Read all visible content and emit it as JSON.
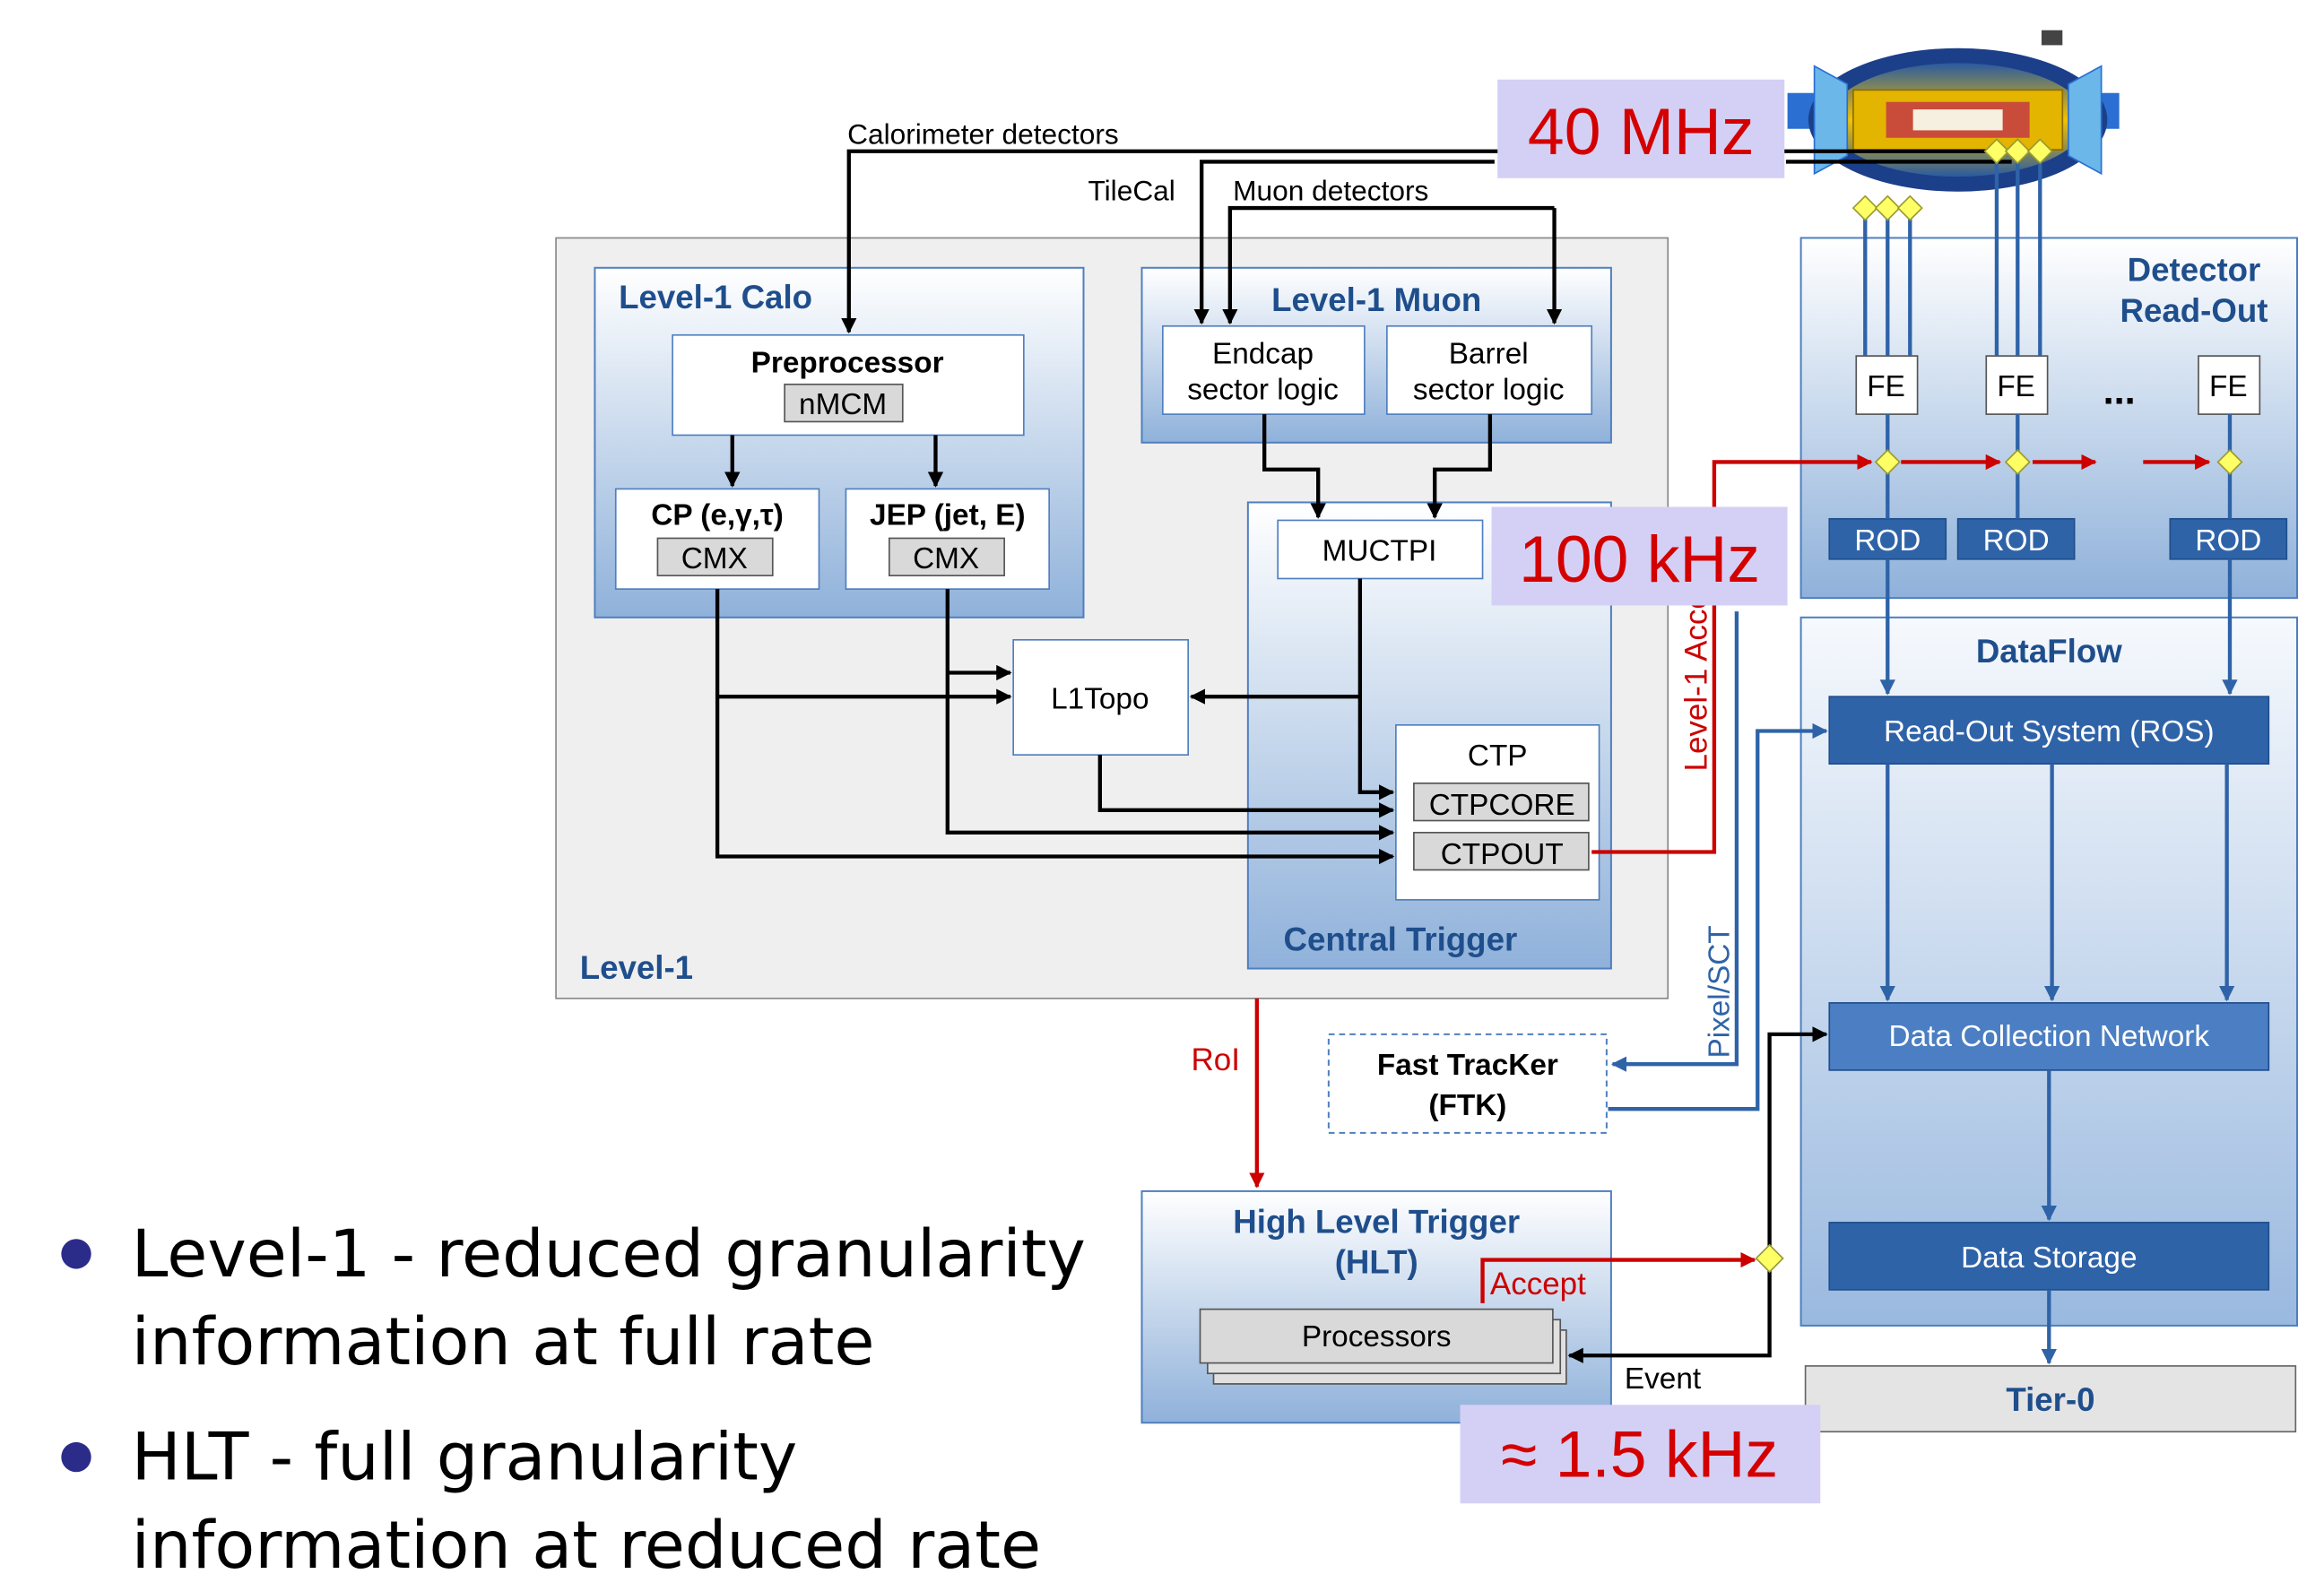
{
  "labels": {
    "calorimeter_detectors": "Calorimeter detectors",
    "tilecal": "TileCal",
    "muon_detectors": "Muon detectors",
    "level1": "Level-1",
    "level1_calo": "Level-1 Calo",
    "preprocessor": "Preprocessor",
    "nmcm": "nMCM",
    "cp": "CP (e,γ,τ)",
    "jep": "JEP (jet, E)",
    "cmx": "CMX",
    "l1topo": "L1Topo",
    "level1_muon": "Level-1 Muon",
    "endcap_1": "Endcap",
    "endcap_2": "sector logic",
    "barrel_1": "Barrel",
    "barrel_2": "sector logic",
    "muctpi": "MUCTPI",
    "ctp": "CTP",
    "ctpcore": "CTPCORE",
    "ctpout": "CTPOUT",
    "central_trigger": "Central Trigger",
    "level1_accept": "Level-1 Accept",
    "roi": "RoI",
    "ftk_1": "Fast TracKer",
    "ftk_2": "(FTK)",
    "pixel_sct": "Pixel/SCT",
    "hlt_1": "High Level Trigger",
    "hlt_2": "(HLT)",
    "accept": "Accept",
    "processors": "Processors",
    "event": "Event",
    "detector_readout_1": "Detector",
    "detector_readout_2": "Read-Out",
    "fe": "FE",
    "dots": "...",
    "rod": "ROD",
    "dataflow": "DataFlow",
    "ros": "Read-Out System (ROS)",
    "dcn": "Data Collection Network",
    "storage": "Data Storage",
    "tier0": "Tier-0"
  },
  "rates": {
    "r40": "40 MHz",
    "r100": "100 kHz",
    "r15": "≈ 1.5 kHz"
  },
  "bullets": [
    {
      "line1": "Level-1 - reduced granularity",
      "line2": "information at full rate"
    },
    {
      "line1": "HLT - full granularity",
      "line2": "information at reduced rate"
    }
  ],
  "colors": {
    "navy": "#1f4e8c",
    "red": "#cc0000",
    "rate_bg": "#d4d0f5",
    "diamond": "#ffff66"
  }
}
